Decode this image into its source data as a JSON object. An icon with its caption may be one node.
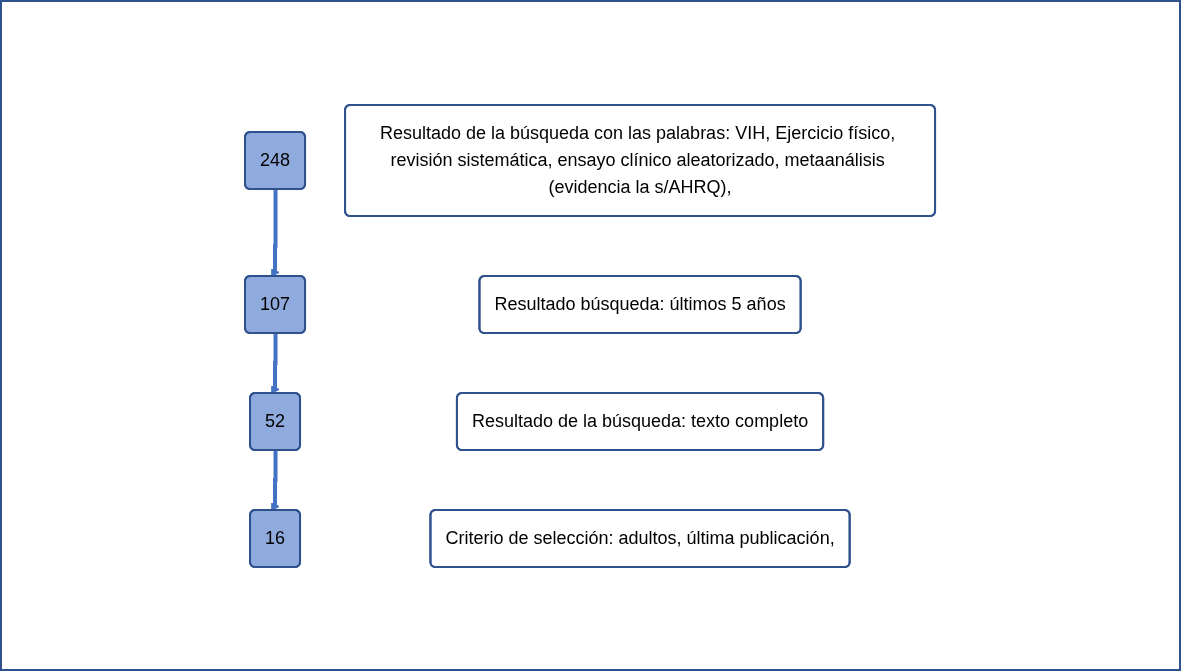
{
  "diagram": {
    "nodes": [
      {
        "text": [
          "248"
        ]
      },
      {
        "text": [
          "Resultado de la búsqueda con las palabras: VIH, Ejercicio físico, revisión sistemática, ensayo clínico aleatorizado, metaanálisis (evidencia la s/AHRQ),"
        ]
      },
      {
        "text": [
          "107"
        ]
      },
      {
        "text": [
          "Resultado búsqueda: últimos 5 años"
        ]
      },
      {
        "text": [
          "52"
        ]
      },
      {
        "text": [
          "Resultado de la búsqueda: texto completo"
        ]
      },
      {
        "text": [
          "16"
        ]
      },
      {
        "text": [
          "Criterio de selección: adultos, última publicación,"
        ]
      }
    ],
    "edges": [
      {
        "from": 0,
        "to": 2,
        "arrow": "to"
      },
      {
        "from": 2,
        "to": 4,
        "arrow": "to"
      },
      {
        "from": 4,
        "to": 6,
        "arrow": "to"
      }
    ]
  }
}
